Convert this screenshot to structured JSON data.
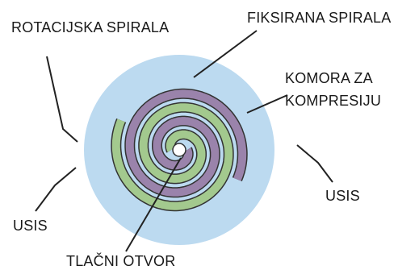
{
  "labels": {
    "rotating_scroll": "ROTACIJSKA SPIRALA",
    "fixed_scroll": "FIKSIRANA SPIRALA",
    "compression_chamber_line1": "KOMORA ZA",
    "compression_chamber_line2": "KOMPRESIJU",
    "inlet_right": "USIS",
    "inlet_left": "USIS",
    "discharge_port": "TLAČNI OTVOR"
  },
  "colors": {
    "rotating_scroll": "#9a83ab",
    "fixed_scroll": "#a3c98e",
    "compression_chamber": "#bcdaf0",
    "outline": "#333333",
    "leader_line": "#222222"
  }
}
